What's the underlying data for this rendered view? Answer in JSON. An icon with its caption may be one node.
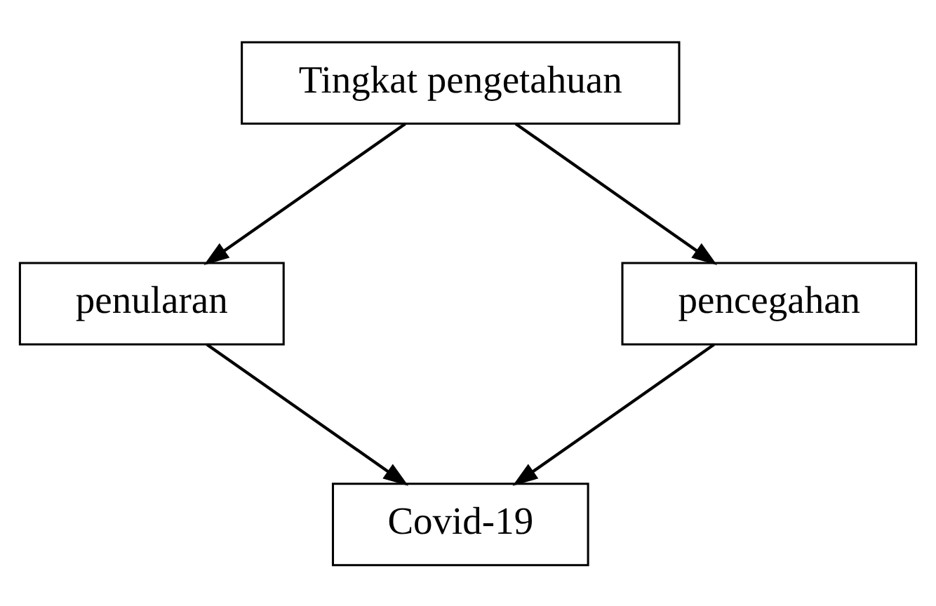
{
  "diagram": {
    "nodes": [
      {
        "text": [
          "Tingkat pengetahuan"
        ]
      },
      {
        "text": [
          "penularan"
        ]
      },
      {
        "text": [
          "pencegahan"
        ]
      },
      {
        "text": [
          "Covid-19"
        ]
      }
    ],
    "edges": [
      {
        "from": 0,
        "to": 1,
        "arrow": "to"
      },
      {
        "from": 0,
        "to": 2,
        "arrow": "to"
      },
      {
        "from": 1,
        "to": 3,
        "arrow": "to"
      },
      {
        "from": 2,
        "to": 3,
        "arrow": "to"
      }
    ]
  }
}
